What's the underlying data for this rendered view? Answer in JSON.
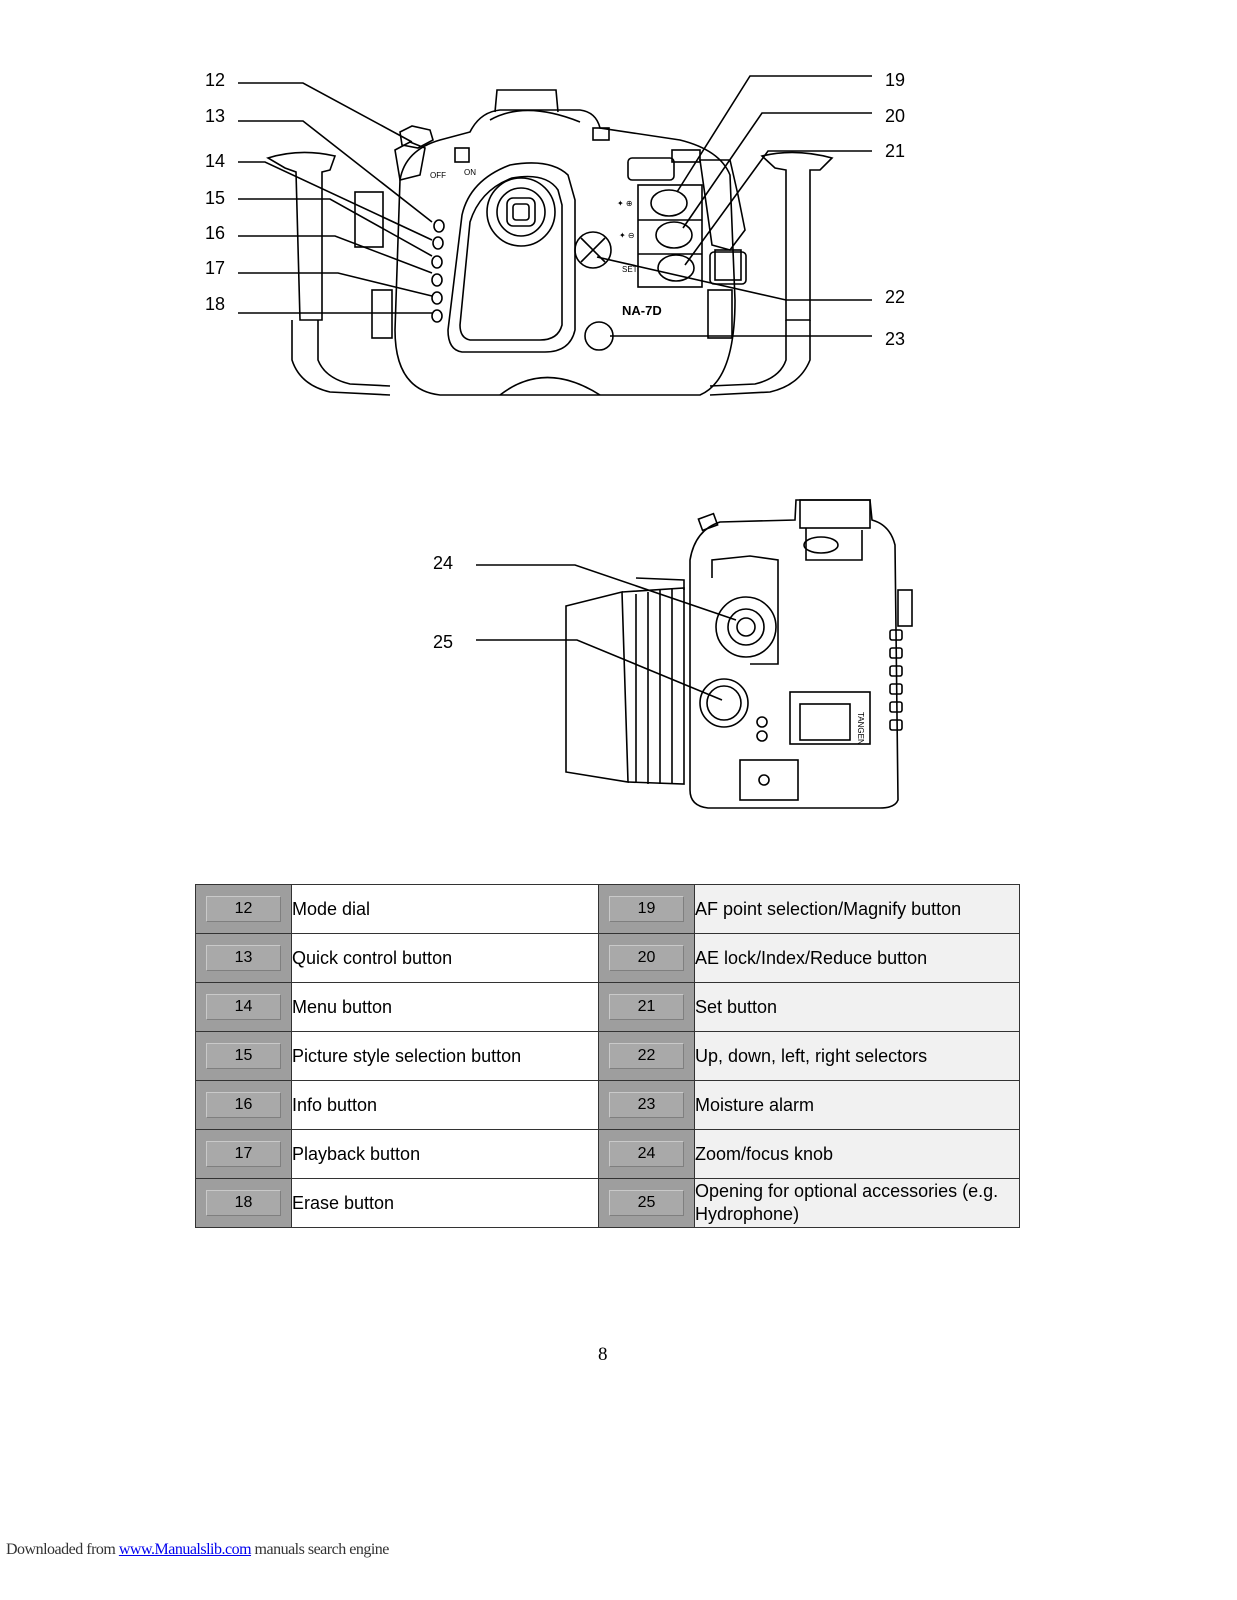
{
  "diagram_top": {
    "labels_left": [
      "12",
      "13",
      "14",
      "15",
      "16",
      "17",
      "18"
    ],
    "labels_right": [
      "19",
      "20",
      "21",
      "22",
      "23"
    ],
    "markings": {
      "off": "OFF",
      "on": "ON",
      "set": "SET",
      "model": "NA-7D"
    }
  },
  "diagram_side": {
    "labels": [
      "24",
      "25"
    ],
    "brand_marking": "TANGEN"
  },
  "parts_table": {
    "rows": [
      {
        "left_num": "12",
        "left_desc": "Mode dial",
        "right_num": "19",
        "right_desc": "AF point selection/Magnify button"
      },
      {
        "left_num": "13",
        "left_desc": "Quick control button",
        "right_num": "20",
        "right_desc": "AE lock/Index/Reduce button"
      },
      {
        "left_num": "14",
        "left_desc": "Menu button",
        "right_num": "21",
        "right_desc": "Set button"
      },
      {
        "left_num": "15",
        "left_desc": "Picture style selection button",
        "right_num": "22",
        "right_desc": "Up, down, left, right selectors"
      },
      {
        "left_num": "16",
        "left_desc": "Info button",
        "right_num": "23",
        "right_desc": "Moisture alarm"
      },
      {
        "left_num": "17",
        "left_desc": "Playback button",
        "right_num": "24",
        "right_desc": "Zoom/focus knob"
      },
      {
        "left_num": "18",
        "left_desc": "Erase button",
        "right_num": "25",
        "right_desc": "Opening for optional accessories (e.g. Hydrophone)"
      }
    ]
  },
  "page_number": "8",
  "footer": {
    "prefix": "Downloaded from ",
    "link": "www.Manualslib.com",
    "suffix": " manuals search engine"
  }
}
